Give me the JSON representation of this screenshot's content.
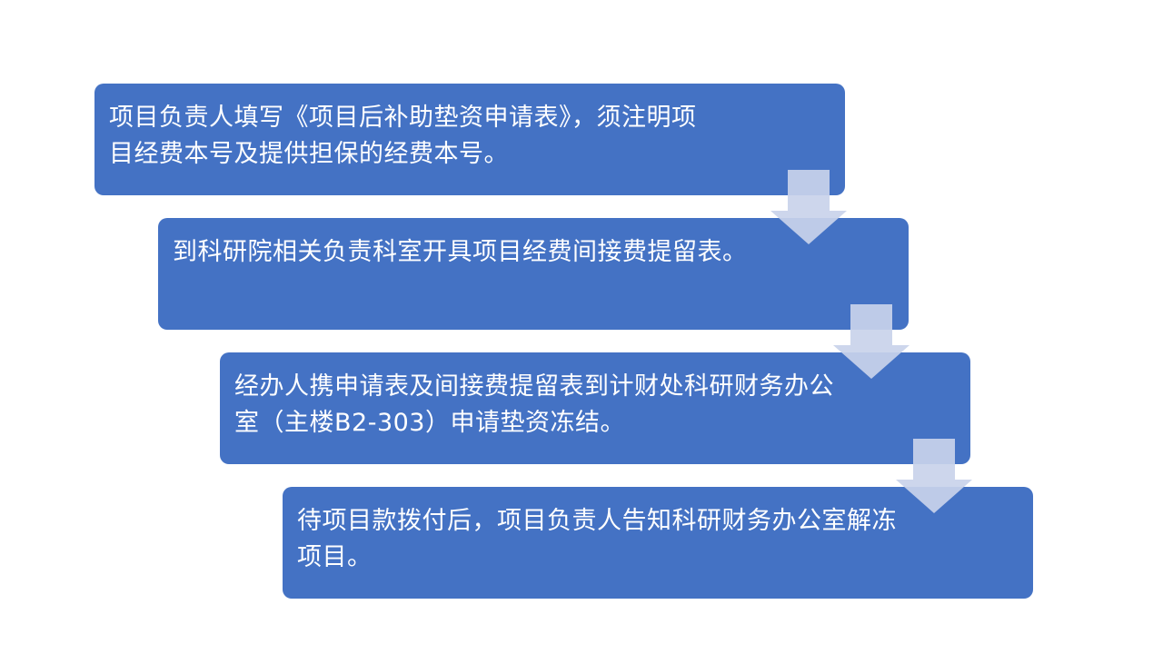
{
  "flowchart": {
    "steps": [
      {
        "text": "项目负责人填写《项目后补助垫资申请表》，须注明项目经费本号及提供担保的经费本号。"
      },
      {
        "text": "到科研院相关负责科室开具项目经费间接费提留表。"
      },
      {
        "text": "经办人携申请表及间接费提留表到计财处科研财务办公室（主楼B2-303）申请垫资冻结。"
      },
      {
        "text": "待项目款拨付后，项目负责人告知科研财务办公室解冻项目。"
      }
    ],
    "arrows": [
      {
        "icon": "down-arrow-icon"
      },
      {
        "icon": "down-arrow-icon"
      },
      {
        "icon": "down-arrow-icon"
      }
    ],
    "colors": {
      "box_fill": "#4472c4",
      "box_text": "#ffffff",
      "arrow_fill": "#c9d2ea",
      "background": "#ffffff"
    }
  }
}
